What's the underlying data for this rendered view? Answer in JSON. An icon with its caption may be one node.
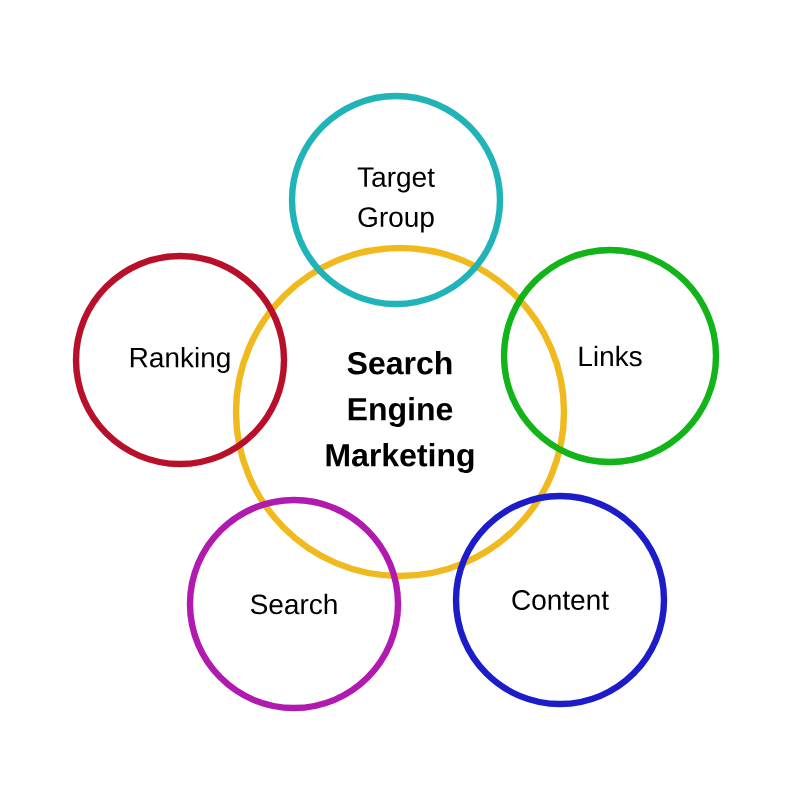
{
  "diagram": {
    "nodes": [
      {
        "text": [
          "Search Engine Marketing"
        ]
      },
      {
        "text": [
          "Target Group"
        ]
      },
      {
        "text": [
          "Links"
        ]
      },
      {
        "text": [
          "Content"
        ]
      },
      {
        "text": [
          "Search"
        ]
      },
      {
        "text": [
          "Ranking"
        ]
      }
    ]
  }
}
